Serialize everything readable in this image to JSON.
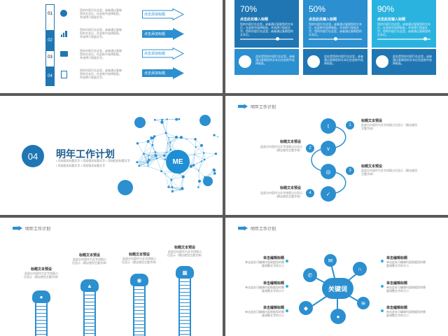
{
  "slide1": {
    "rows": [
      {
        "num": "01",
        "text": "您的内容打在这里，或者通过复制您的文本后，在此框中选择粘贴，并选择只保留文字。",
        "button": "点击添加标题",
        "icon": "lightbulb-head-icon",
        "filled": false
      },
      {
        "num": "02",
        "text": "您的内容打在这里，或者通过复制您的文本后，在此框中选择粘贴，并选择只保留文字。",
        "button": "点击添加标题",
        "icon": "bar-chart-icon",
        "filled": true
      },
      {
        "num": "03",
        "text": "您的内容打在这里，或者通过复制您的文本后，在此框中选择粘贴，并选择只保留文字。",
        "button": "点击添加标题",
        "icon": "briefcase-icon",
        "filled": false
      },
      {
        "num": "04",
        "text": "您的内容打在这里，或者通过复制您的文本后，在此框中选择粘贴，并选择只保留文字。",
        "button": "点击添加标题",
        "icon": "settings-doc-icon",
        "filled": true
      }
    ]
  },
  "slide2": {
    "cards": [
      {
        "percent": "70%",
        "progress": 0.7,
        "title": "点击此处输入标题",
        "desc": "您的内容打在这里，或者通过复制您的文本后，在此框中选择粘贴，并选择只保留文字。您的内容打在这里，或者通过复制您的文本后。",
        "bottom_text": "此处是您的内容打在这里，或者通过复制您的文本后在此框中选择粘贴。",
        "icon": "document-icon",
        "color": "#1f76b3",
        "bottom_color": "#2b8fd0"
      },
      {
        "percent": "50%",
        "progress": 0.5,
        "title": "点击此处输入标题",
        "desc": "您的内容打在这里，或者通过复制您的文本后，在此框中选择粘贴，并选择只保留文字。您的内容打在这里，或者通过复制您的文本后。",
        "bottom_text": "此处是您的内容打在这里，或者通过复制您的文本后在此框中选择粘贴。",
        "icon": "list-icon",
        "color": "#2b8fd0",
        "bottom_color": "#1f76b3"
      },
      {
        "percent": "90%",
        "progress": 0.9,
        "title": "点击此处输入标题",
        "desc": "您的内容打在这里，或者通过复制您的文本后，在此框中选择粘贴，并选择只保留文字。您的内容打在这里，或者通过复制您的文本后。",
        "bottom_text": "此处是您的内容打在这里，或者通过复制您的文本后在此框中选择粘贴。",
        "icon": "target-icon",
        "color": "#2bb3e0",
        "bottom_color": "#1f76b3"
      }
    ]
  },
  "slide3": {
    "number": "04",
    "title": "明年工作计划",
    "bullets": [
      "添加相关标题文字",
      "添加相关标题文字",
      "添加相关标题文字",
      "添加相关标题文字",
      "添加相关标题文字"
    ],
    "center_label": "ME"
  },
  "slide4": {
    "header": "明年工作计划",
    "steps": [
      {
        "num": "1",
        "title": "标题文本预设",
        "desc": "此部分内容作为文字排版占位显示（建议使用主题字体）",
        "icon": "twitter-icon"
      },
      {
        "num": "2",
        "title": "标题文本预设",
        "desc": "此部分内容作为文字排版占位显示（建议使用主题字体）",
        "icon": "vimeo-icon"
      },
      {
        "num": "3",
        "title": "标题文本预设",
        "desc": "此部分内容作为文字排版占位显示（建议使用主题字体）",
        "icon": "instagram-icon"
      },
      {
        "num": "4",
        "title": "标题文本预设",
        "desc": "此部分内容作为文字排版占位显示（建议使用主题字体）",
        "icon": "check-icon"
      }
    ]
  },
  "slide5": {
    "header": "明年工作计划",
    "steps": [
      {
        "title": "标题文本预设",
        "desc": "此部分内容作为文字排版占位显示（建议使用主题字体）",
        "icon": "person-icon"
      },
      {
        "title": "标题文本预设",
        "desc": "此部分内容作为文字排版占位显示（建议使用主题字体）",
        "icon": "cart-icon"
      },
      {
        "title": "标题文本预设",
        "desc": "此部分内容作为文字排版占位显示（建议使用主题字体）",
        "icon": "globe-icon"
      },
      {
        "title": "标题文本预设",
        "desc": "此部分内容作为文字排版占位显示（建议使用主题字体）",
        "icon": "calendar-icon"
      }
    ]
  },
  "slide6": {
    "header": "明年工作计划",
    "center": "关键词",
    "left_items": [
      {
        "title": "单击编辑标题",
        "desc": "单击此处可编辑内容根据您的需要调整文字的大小"
      },
      {
        "title": "单击编辑标题",
        "desc": "单击此处可编辑内容根据您的需要调整文字的大小"
      },
      {
        "title": "单击编辑标题",
        "desc": "单击此处可编辑内容根据您的需要调整文字的大小"
      }
    ],
    "right_items": [
      {
        "title": "单击编辑标题",
        "desc": "单击此处可编辑内容根据您的需要调整文字的大小"
      },
      {
        "title": "单击编辑标题",
        "desc": "单击此处可编辑内容根据您的需要调整文字的大小"
      },
      {
        "title": "单击编辑标题",
        "desc": "单击此处可编辑内容根据您的需要调整文字的大小"
      }
    ],
    "icons": [
      "phone-icon",
      "mail-icon",
      "headphones-icon",
      "gamepad-icon",
      "people-icon",
      "wifi-icon"
    ]
  }
}
